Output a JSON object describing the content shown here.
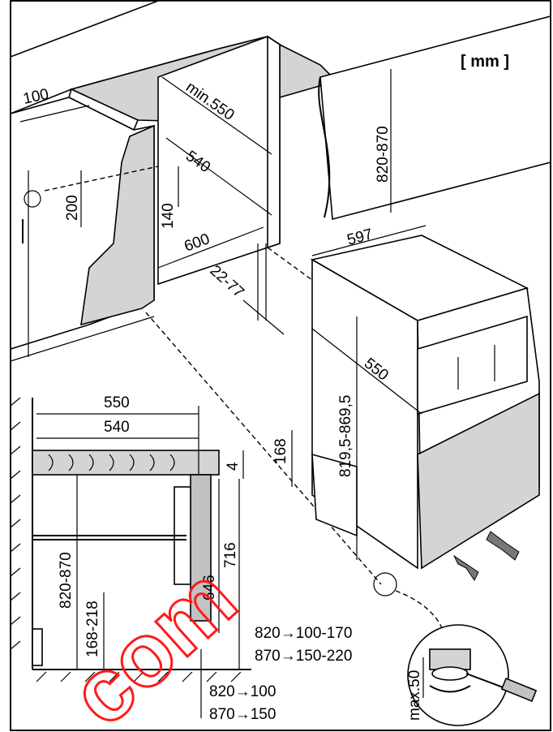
{
  "unit_label": "[ mm ]",
  "top_view": {
    "d_100": "100",
    "d_200": "200",
    "d_140": "140",
    "d_min550": "min.550",
    "d_540": "540",
    "d_600": "600",
    "d_22_77": "22-77",
    "d_820_870": "820-870",
    "d_597": "597",
    "d_550": "550",
    "d_819": "819,5-869,5",
    "d_168": "168"
  },
  "side_view": {
    "d_550": "550",
    "d_540": "540",
    "d_4": "4",
    "d_716": "716",
    "d_646": "646",
    "d_820_870": "820-870",
    "d_168_218": "168-218",
    "plinth_a": "820→100-170",
    "plinth_b": "870→150-220",
    "foot_a": "820→100",
    "foot_b": "870→150",
    "max50": "max.50"
  },
  "watermark": "com"
}
